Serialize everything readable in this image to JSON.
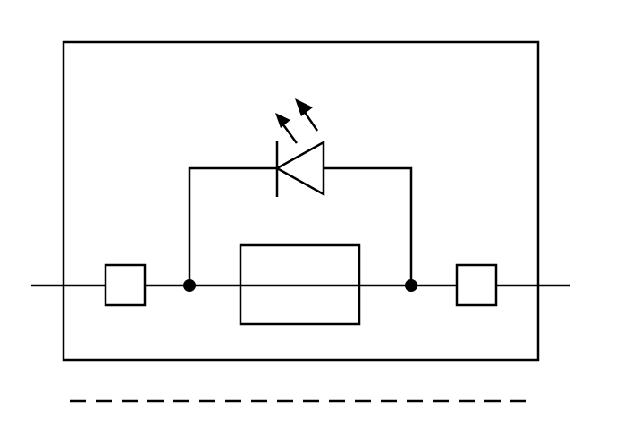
{
  "diagram": {
    "description_free": true,
    "colors": {
      "stroke": "#000000",
      "background": "#ffffff"
    },
    "components": [
      {
        "kind": "enclosure"
      },
      {
        "kind": "terminal-left"
      },
      {
        "kind": "terminal-right"
      },
      {
        "kind": "fuse"
      },
      {
        "kind": "led-indicator"
      },
      {
        "kind": "junction-left"
      },
      {
        "kind": "junction-right"
      },
      {
        "kind": "dashed-separator"
      }
    ],
    "icons": {
      "enclosure": "rectangle-outline",
      "terminal": "square-terminal-icon",
      "fuse": "fuse-icon",
      "led": "led-diode-icon",
      "junction": "junction-dot-icon",
      "emission": "light-arrow-icon"
    }
  }
}
